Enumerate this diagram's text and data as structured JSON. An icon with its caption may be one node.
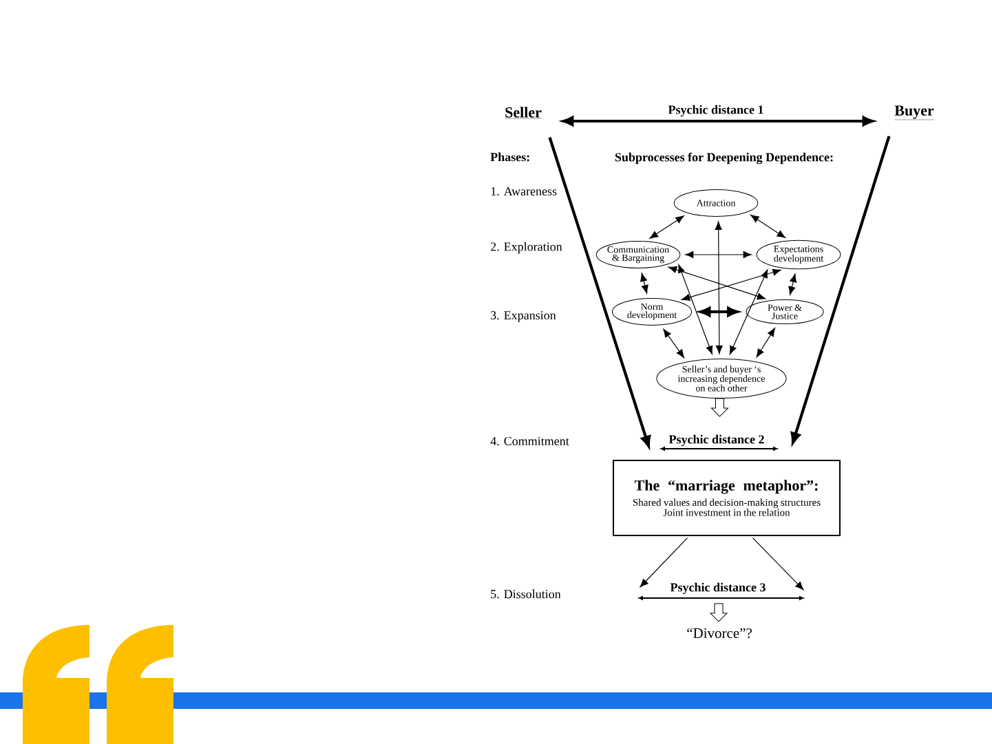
{
  "diagram": {
    "nodes": [
      {
        "text": [
          "Seller"
        ]
      },
      {
        "text": [
          "Buyer"
        ]
      },
      {
        "text": [
          "Attraction"
        ]
      },
      {
        "text": [
          "Communication & Bargaining"
        ]
      },
      {
        "text": [
          "Expectations development"
        ]
      },
      {
        "text": [
          "Norm development"
        ]
      },
      {
        "text": [
          "Power & Justice"
        ]
      },
      {
        "text": [
          "Seller’s and buyer ‘s increasing dependence on each other"
        ]
      },
      {
        "text": [
          "The “marriage metaphor”:",
          "Shared values and decision-making structures",
          "Joint investment in the relation"
        ]
      },
      {
        "text": [
          "“Divorce”?"
        ]
      }
    ],
    "edges": [
      {
        "from": 0,
        "to": 1,
        "arrow": "both",
        "label": "Psychic distance 1",
        "style": "thick"
      },
      {
        "from": 0,
        "to": 8,
        "arrow": "to",
        "style": "thick"
      },
      {
        "from": 1,
        "to": 8,
        "arrow": "to",
        "style": "thick"
      },
      {
        "from": 2,
        "to": 3,
        "arrow": "both"
      },
      {
        "from": 2,
        "to": 4,
        "arrow": "both"
      },
      {
        "from": 3,
        "to": 4,
        "arrow": "both"
      },
      {
        "from": 2,
        "to": 7,
        "arrow": "both"
      },
      {
        "from": 3,
        "to": 5,
        "arrow": "both"
      },
      {
        "from": 4,
        "to": 6,
        "arrow": "both"
      },
      {
        "from": 3,
        "to": 6,
        "arrow": "both"
      },
      {
        "from": 4,
        "to": 5,
        "arrow": "both"
      },
      {
        "from": 5,
        "to": 6,
        "arrow": "both",
        "style": "thick"
      },
      {
        "from": 3,
        "to": 7,
        "arrow": "both"
      },
      {
        "from": 4,
        "to": 7,
        "arrow": "both"
      },
      {
        "from": 5,
        "to": 7,
        "arrow": "both"
      },
      {
        "from": 6,
        "to": 7,
        "arrow": "both"
      },
      {
        "from": 7,
        "to": null,
        "arrow": "to"
      },
      {
        "from": 8,
        "to": null,
        "arrow": "to"
      },
      {
        "from": 8,
        "to": null,
        "arrow": "to"
      },
      {
        "from": null,
        "to": 9,
        "arrow": "to"
      }
    ],
    "labels": [
      "Phases:",
      "Subprocesses for Deepening Dependence:",
      "1. Awareness",
      "2. Exploration",
      "3. Expansion",
      "Psychic distance 2",
      "4. Commitment",
      "5. Dissolution",
      "Psychic distance 3"
    ]
  }
}
